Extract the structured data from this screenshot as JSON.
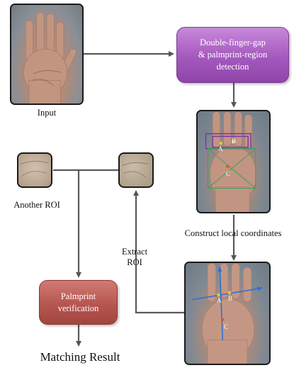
{
  "input_label": "Input",
  "detection_box": "Double-finger-gap\n& palmprint-region\ndetection",
  "construct_label": "Construct local coordinates",
  "extract_label": "Extract\nROI",
  "another_roi_label": "Another ROI",
  "verification_box": "Palmprint\nverification",
  "result_label": "Matching Result",
  "detection_points": [
    "A",
    "B",
    "C"
  ],
  "coordinate_points": [
    "A",
    "B",
    "C"
  ],
  "colors": {
    "detection_box": "#9b4fb3",
    "verification_box": "#b5524d",
    "arrow": "#555555",
    "palm_bg": "#7b8791"
  }
}
